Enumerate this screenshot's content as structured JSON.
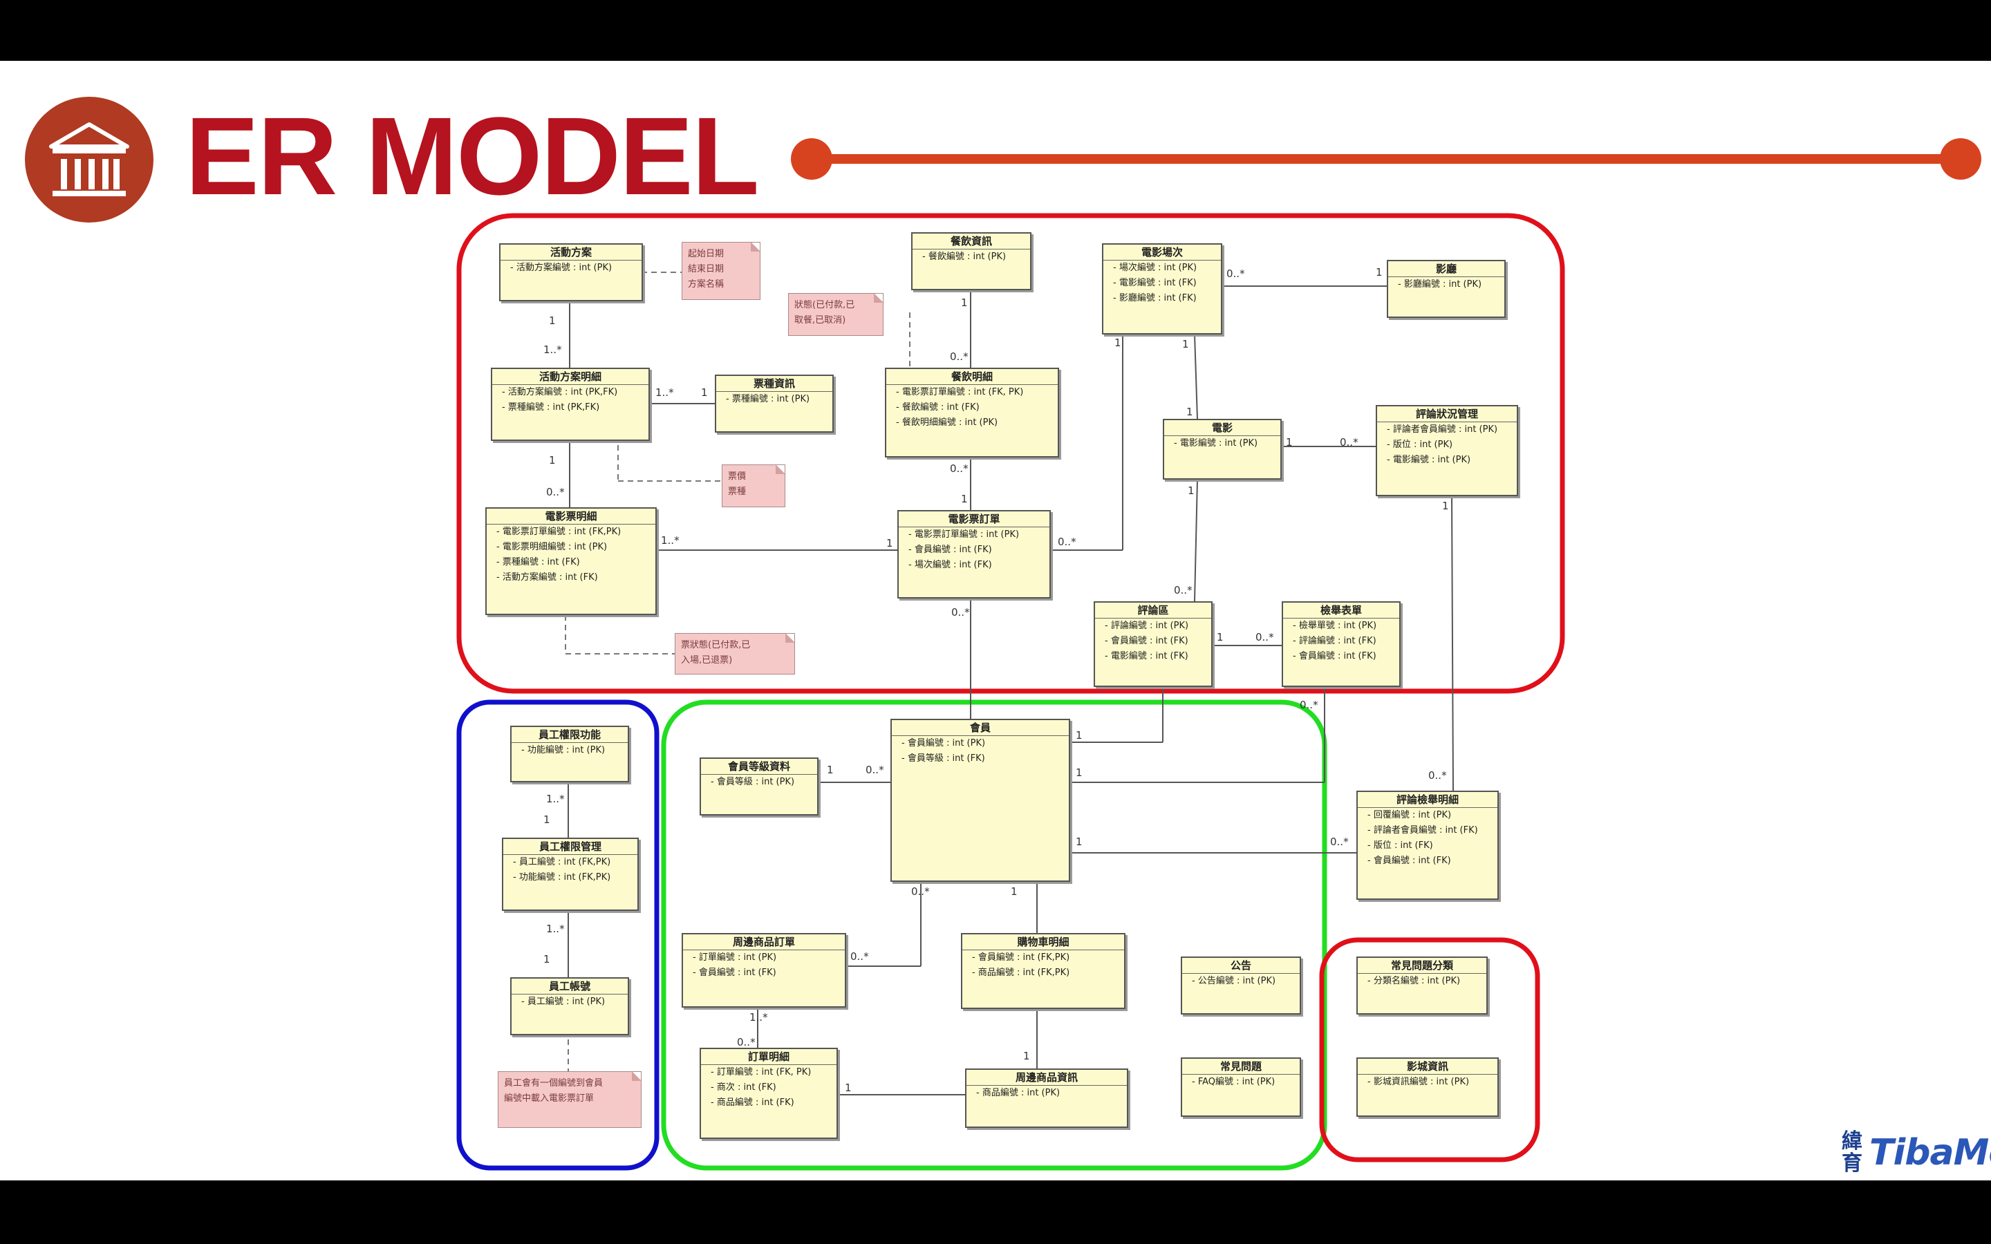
{
  "header": {
    "title": "ER MODEL",
    "logo_icon": "classical-building-icon",
    "accent_color": "#b5131f",
    "line_color": "#d8431f"
  },
  "diagram": {
    "groups": [
      {
        "id": "group-red-top",
        "color": "#e0101a"
      },
      {
        "id": "group-blue",
        "color": "#1010cc"
      },
      {
        "id": "group-green",
        "color": "#22dd22"
      },
      {
        "id": "group-red-bottom",
        "color": "#e0101a"
      }
    ],
    "entities": [
      {
        "id": "e1",
        "name": "活動方案",
        "attrs": [
          "- 活動方案編號 : int (PK)"
        ]
      },
      {
        "id": "e2",
        "name": "活動方案明細",
        "attrs": [
          "- 活動方案編號 : int (PK,FK)",
          "- 票種編號 : int (PK,FK)"
        ]
      },
      {
        "id": "e3",
        "name": "票種資訊",
        "attrs": [
          "- 票種編號 : int (PK)"
        ]
      },
      {
        "id": "e4",
        "name": "電影票明細",
        "attrs": [
          "- 電影票訂單編號 : int (FK,PK)",
          "- 電影票明細編號 : int (PK)",
          "- 票種編號 : int (FK)",
          "- 活動方案編號 : int (FK)"
        ]
      },
      {
        "id": "e5",
        "name": "餐飲資訊",
        "attrs": [
          "- 餐飲編號 : int (PK)"
        ]
      },
      {
        "id": "e6",
        "name": "餐飲明細",
        "attrs": [
          "- 電影票訂單編號 : int (FK, PK)",
          "- 餐飲編號 : int (FK)",
          "- 餐飲明細編號 : int (PK)"
        ]
      },
      {
        "id": "e7",
        "name": "電影票訂單",
        "attrs": [
          "- 電影票訂單編號 : int (PK)",
          "- 會員編號 : int (FK)",
          "- 場次編號 : int (FK)"
        ]
      },
      {
        "id": "e8",
        "name": "電影場次",
        "attrs": [
          "- 場次編號 : int (PK)",
          "- 電影編號 : int (FK)",
          "- 影廳編號 : int (FK)"
        ]
      },
      {
        "id": "e9",
        "name": "影廳",
        "attrs": [
          "- 影廳編號 : int (PK)"
        ]
      },
      {
        "id": "e10",
        "name": "電影",
        "attrs": [
          "- 電影編號 : int (PK)"
        ]
      },
      {
        "id": "e11",
        "name": "評論狀況管理",
        "attrs": [
          "- 評論者會員編號 : int (PK)",
          "- 版位 : int (PK)",
          "- 電影編號 : int (PK)"
        ]
      },
      {
        "id": "e12",
        "name": "評論區",
        "attrs": [
          "- 評論編號 : int (PK)",
          "- 會員編號 : int (FK)",
          "- 電影編號 : int (FK)"
        ]
      },
      {
        "id": "e13",
        "name": "檢舉表單",
        "attrs": [
          "- 檢舉單號 : int (PK)",
          "- 評論編號 : int (FK)",
          "- 會員編號 : int (FK)"
        ]
      },
      {
        "id": "e14",
        "name": "員工權限功能",
        "attrs": [
          "- 功能編號 : int (PK)"
        ]
      },
      {
        "id": "e15",
        "name": "員工權限管理",
        "attrs": [
          "- 員工編號 : int (FK,PK)",
          "- 功能編號 : int (FK,PK)"
        ]
      },
      {
        "id": "e16",
        "name": "員工帳號",
        "attrs": [
          "- 員工編號 : int (PK)"
        ]
      },
      {
        "id": "e17",
        "name": "會員",
        "attrs": [
          "- 會員編號 : int (PK)",
          "- 會員等級 : int (FK)"
        ]
      },
      {
        "id": "e18",
        "name": "會員等級資料",
        "attrs": [
          "- 會員等級 : int (PK)"
        ]
      },
      {
        "id": "e19",
        "name": "評論檢舉明細",
        "attrs": [
          "- 回覆編號 : int (PK)",
          "- 評論者會員編號 : int (FK)",
          "- 版位 : int (FK)",
          "- 會員編號 : int (FK)"
        ]
      },
      {
        "id": "e20",
        "name": "周邊商品訂單",
        "attrs": [
          "- 訂單編號 : int (PK)",
          "- 會員編號 : int (FK)"
        ]
      },
      {
        "id": "e21",
        "name": "購物車明細",
        "attrs": [
          "- 會員編號 : int (FK,PK)",
          "- 商品編號 : int (FK,PK)"
        ]
      },
      {
        "id": "e22",
        "name": "公告",
        "attrs": [
          "- 公告編號 : int (PK)"
        ]
      },
      {
        "id": "e23",
        "name": "訂單明細",
        "attrs": [
          "- 訂單編號 : int (FK, PK)",
          "- 商次 : int (FK)",
          "- 商品編號 : int (FK)"
        ]
      },
      {
        "id": "e24",
        "name": "周邊商品資訊",
        "attrs": [
          "- 商品編號 : int (PK)"
        ]
      },
      {
        "id": "e25",
        "name": "常見問題",
        "attrs": [
          "- FAQ編號 : int (PK)"
        ]
      },
      {
        "id": "e26",
        "name": "常見問題分類",
        "attrs": [
          "- 分類名編號 : int (PK)"
        ]
      },
      {
        "id": "e27",
        "name": "影城資訊",
        "attrs": [
          "- 影城資訊編號 : int (PK)"
        ]
      }
    ],
    "notes": [
      {
        "id": "n1",
        "lines": [
          "起始日期",
          "結束日期",
          "方案名稱"
        ]
      },
      {
        "id": "n2",
        "lines": [
          "狀態(已付款,已",
          "取餐,已取消)"
        ]
      },
      {
        "id": "n3",
        "lines": [
          "票價",
          "票種"
        ]
      },
      {
        "id": "n4",
        "lines": [
          "票狀態(已付款,已",
          "入場,已退票)"
        ]
      },
      {
        "id": "n5",
        "lines": [
          "員工會有一個編號到會員",
          "編號中載入電影票訂單"
        ]
      }
    ],
    "multiplicities": [
      {
        "id": "m1",
        "text": "1"
      },
      {
        "id": "m2",
        "text": "1..*"
      },
      {
        "id": "m3",
        "text": "1..*"
      },
      {
        "id": "m4",
        "text": "1"
      },
      {
        "id": "m5",
        "text": "1"
      },
      {
        "id": "m6",
        "text": "0..*"
      },
      {
        "id": "m7",
        "text": "1..*"
      },
      {
        "id": "m8",
        "text": "1"
      },
      {
        "id": "m9",
        "text": "1"
      },
      {
        "id": "m10",
        "text": "0..*"
      },
      {
        "id": "m11",
        "text": "0..*"
      },
      {
        "id": "m12",
        "text": "1"
      },
      {
        "id": "m13",
        "text": "0..*"
      },
      {
        "id": "m14",
        "text": "1"
      },
      {
        "id": "m15",
        "text": "0..*"
      },
      {
        "id": "m16",
        "text": "1"
      },
      {
        "id": "m17",
        "text": "1"
      },
      {
        "id": "m18",
        "text": "1"
      },
      {
        "id": "m19",
        "text": "0..*"
      },
      {
        "id": "m20",
        "text": "1"
      },
      {
        "id": "m21",
        "text": "0..*"
      },
      {
        "id": "m22",
        "text": "1"
      },
      {
        "id": "m23",
        "text": "0..*"
      },
      {
        "id": "m24",
        "text": "1"
      },
      {
        "id": "m25",
        "text": "0..*"
      },
      {
        "id": "m26",
        "text": "1"
      },
      {
        "id": "m27",
        "text": "0..*"
      },
      {
        "id": "m28",
        "text": "0..*"
      },
      {
        "id": "m29",
        "text": "1"
      },
      {
        "id": "m30",
        "text": "1"
      },
      {
        "id": "m31",
        "text": "0..*"
      },
      {
        "id": "m32",
        "text": "1"
      },
      {
        "id": "m33",
        "text": "0..*"
      },
      {
        "id": "m34",
        "text": "1"
      },
      {
        "id": "m35",
        "text": "1..*"
      },
      {
        "id": "m36",
        "text": "1"
      },
      {
        "id": "m37",
        "text": "1..*"
      },
      {
        "id": "m38",
        "text": "1"
      },
      {
        "id": "m39",
        "text": "0..*"
      },
      {
        "id": "m40",
        "text": "0..*"
      },
      {
        "id": "m41",
        "text": "1"
      },
      {
        "id": "m42",
        "text": "1"
      },
      {
        "id": "m43",
        "text": "1..*"
      },
      {
        "id": "m44",
        "text": "0..*"
      },
      {
        "id": "m45",
        "text": "1"
      }
    ]
  },
  "brand": {
    "mark": "緯育",
    "text": "TibaMe"
  }
}
